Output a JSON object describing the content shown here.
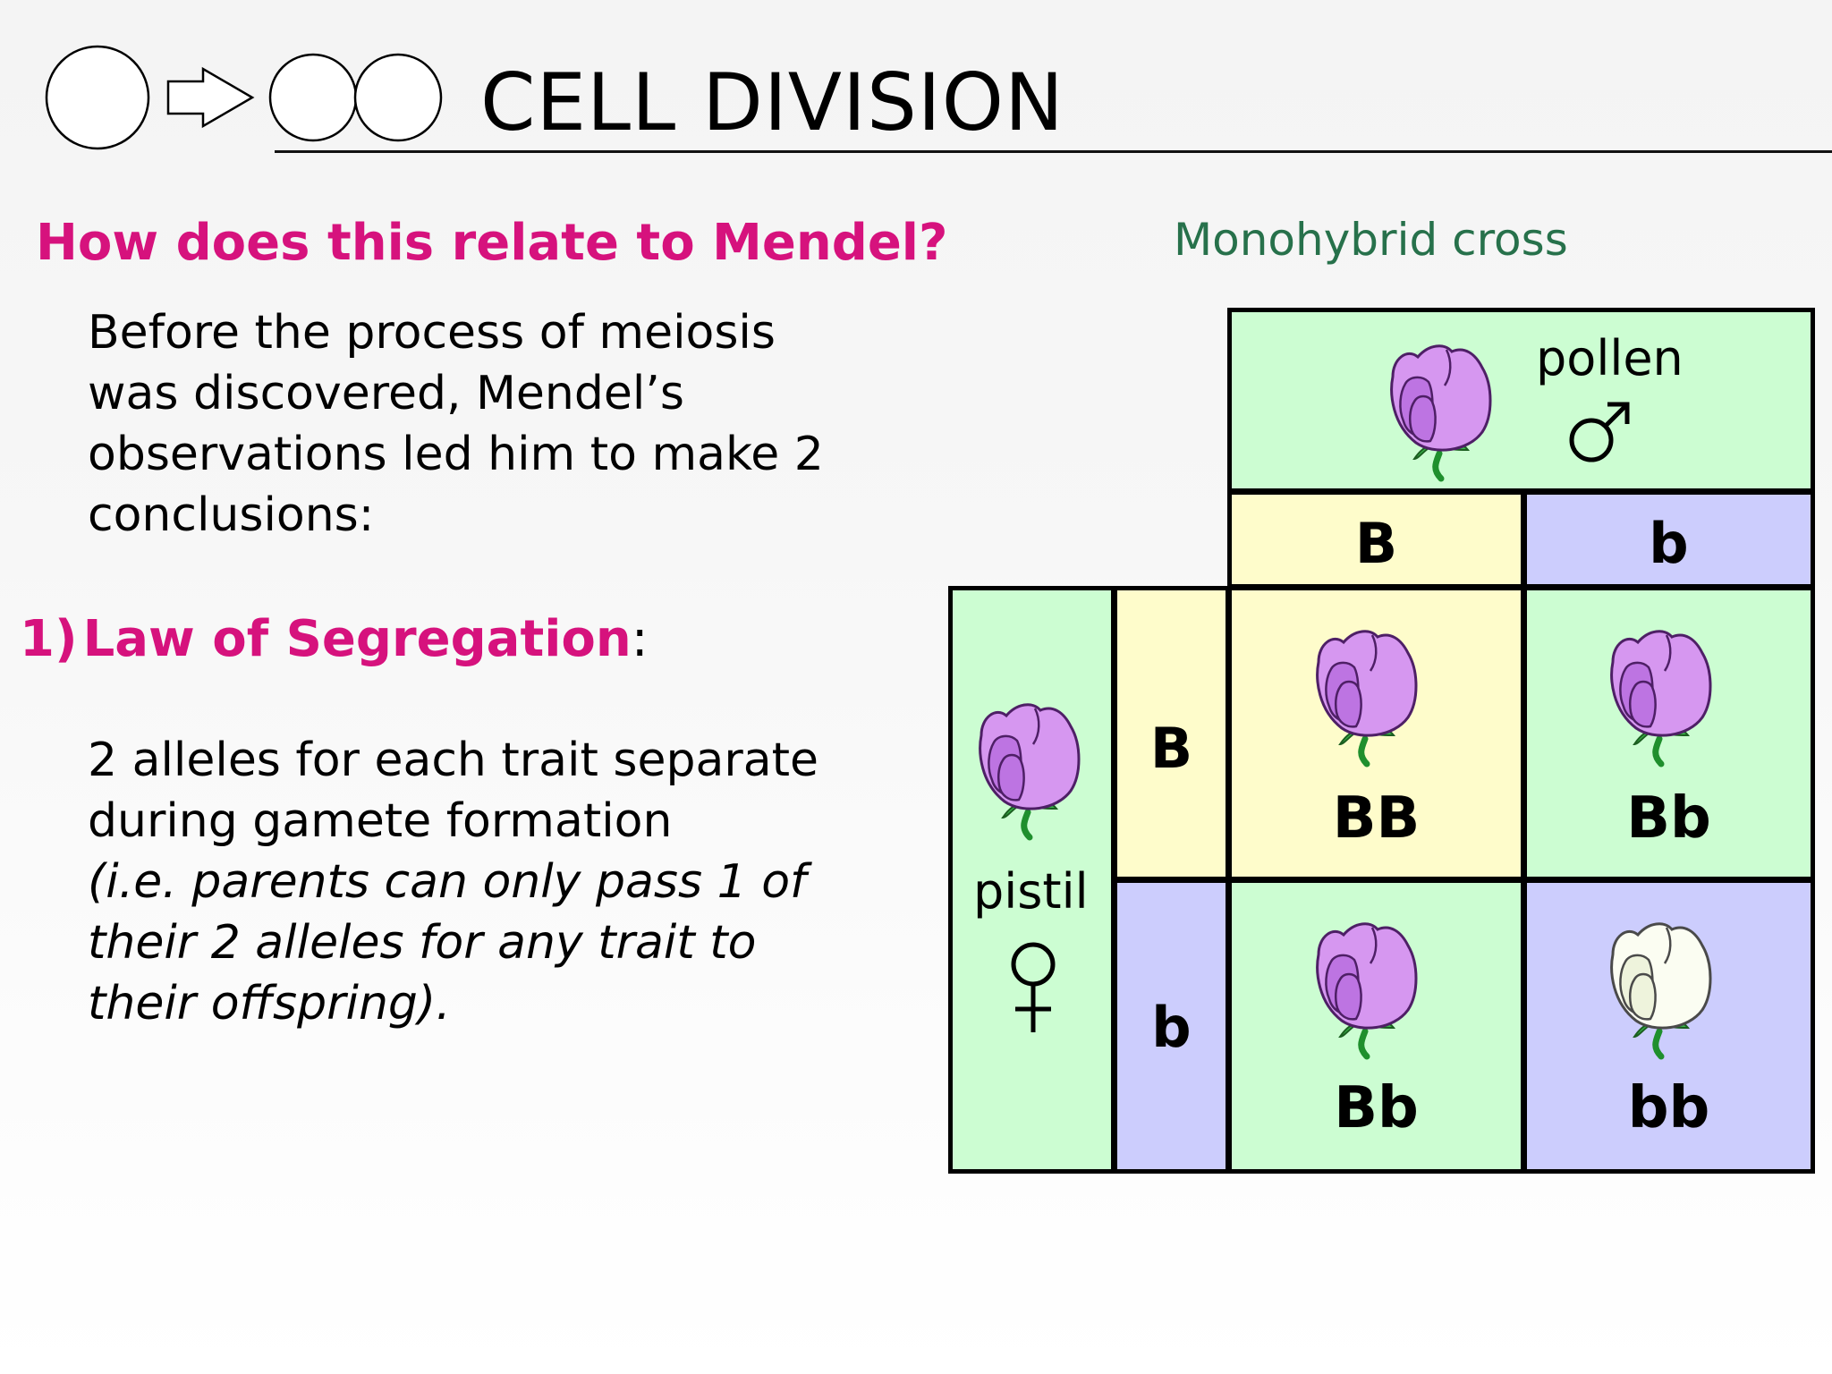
{
  "header": {
    "title": "CELL DIVISION",
    "logo_icon": "cell-division-icon"
  },
  "question": "How does this relate to Mendel?",
  "intro_lines": [
    "Before the process of meiosis",
    "was discovered, Mendel’s",
    "observations led him to make 2",
    "conclusions:"
  ],
  "law": {
    "number": "1)",
    "title": "Law of Segregation",
    "colon": ":"
  },
  "description_lines": [
    "2 alleles for each trait separate",
    "during gamete formation"
  ],
  "note_lines": [
    "(i.e. parents can only pass 1 of",
    "their 2 alleles for any trait to",
    "their offspring)."
  ],
  "diagram": {
    "title": "Monohybrid cross",
    "pollen_label": "pollen",
    "pistil_label": "pistil",
    "male_symbol": "♂",
    "female_symbol": "♀",
    "pollen_alleles": [
      "B",
      "b"
    ],
    "pistil_alleles": [
      "B",
      "b"
    ],
    "offspring": [
      {
        "genotype": "BB",
        "flower": "purple"
      },
      {
        "genotype": "Bb",
        "flower": "purple"
      },
      {
        "genotype": "Bb",
        "flower": "purple"
      },
      {
        "genotype": "bb",
        "flower": "white"
      }
    ],
    "colors": {
      "green": "#ccfdd2",
      "yellow": "#fefccb",
      "purple": "#cccdfd",
      "question": "#d6127d",
      "diagram_title": "#27714b"
    }
  }
}
